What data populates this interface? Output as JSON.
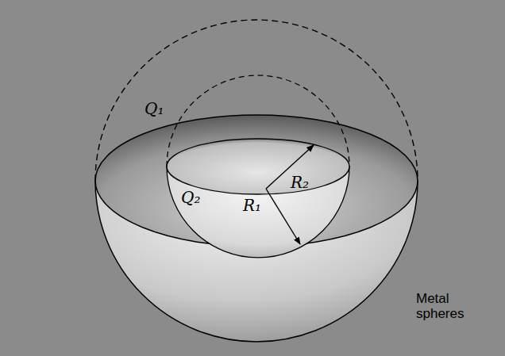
{
  "diagram": {
    "labels": [
      "Q₁",
      "Q₂",
      "R₂",
      "R₁",
      "Metal spheres"
    ]
  }
}
